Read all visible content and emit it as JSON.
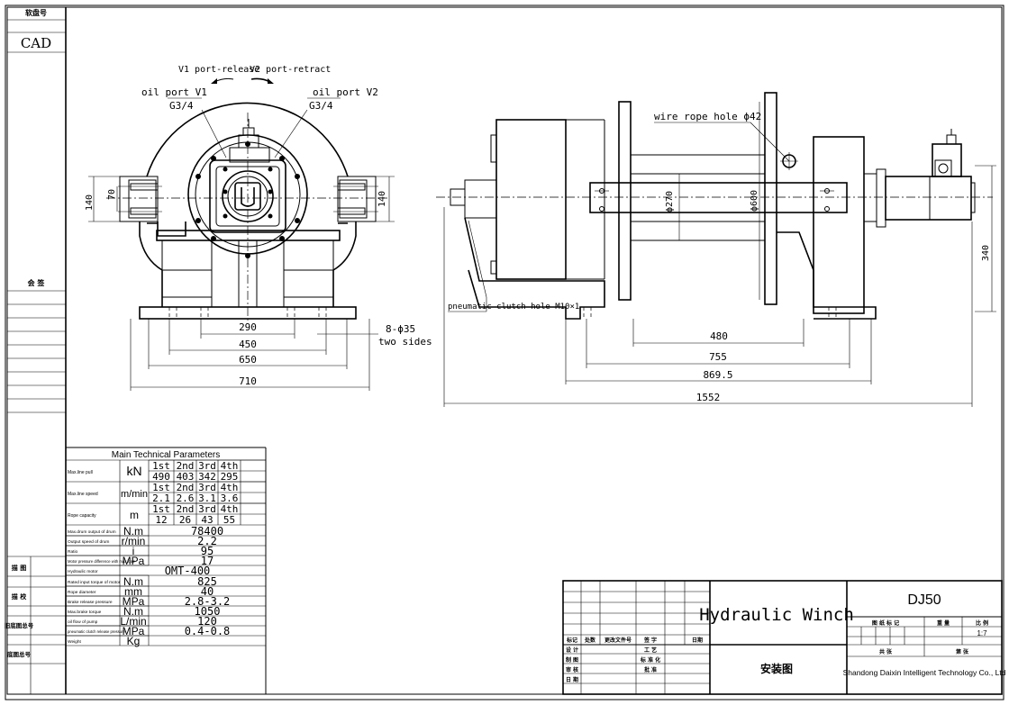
{
  "window": {
    "title": "DJ50 Hydraulic Winch installation drawing"
  },
  "left_strip": {
    "top_label": "软盘号",
    "cad_label": "CAD",
    "mid_label": "会 签",
    "rows": [
      "描 图",
      "描 校",
      "旧底图总号",
      "底图总号"
    ]
  },
  "front_view": {
    "v1_release": "V1 port-release",
    "v2_retract": "V2 port-retract",
    "oil_v1": "oil port V1",
    "oil_v1_thread": "G3/4",
    "oil_v2": "oil port V2",
    "oil_v2_thread": "G3/4",
    "dim_140_left": "140",
    "dim_70": "70",
    "dim_140_right": "140",
    "dim_290": "290",
    "dim_450": "450",
    "dim_650": "650",
    "dim_710": "710",
    "holes": "8-ϕ35",
    "holes_sides": "two sides"
  },
  "side_view": {
    "wire_hole": "wire rope hole ϕ42",
    "clutch_hole": "pneumatic clutch hole M10×1",
    "dia_270": "ϕ270",
    "dia_600": "ϕ600",
    "dim_340": "340",
    "dim_480": "480",
    "dim_755": "755",
    "dim_869": "869.5",
    "dim_1552": "1552"
  },
  "params": {
    "title": "Main Technical Parameters",
    "line_pull_label": "Max.line pull",
    "line_pull_unit": "kN",
    "layers": [
      "1st",
      "2nd",
      "3rd",
      "4th"
    ],
    "line_pull": [
      "490",
      "403",
      "342",
      "295"
    ],
    "speed_label": "Max.line speed",
    "speed_unit": "m/min",
    "speed": [
      "2.1",
      "2.6",
      "3.1",
      "3.6"
    ],
    "rope_label": "Rope capacity",
    "rope_unit": "m",
    "rope": [
      "12",
      "26",
      "43",
      "55"
    ],
    "rows": [
      {
        "label": "Max.drum output of drum",
        "unit": "N.m",
        "value": "78400"
      },
      {
        "label": "Output speed of drum",
        "unit": "r/min",
        "value": "2.2"
      },
      {
        "label": "Ratio",
        "unit": "i",
        "value": "95"
      },
      {
        "label": "Motor pressure difference with max.load",
        "unit": "MPa",
        "value": "17"
      },
      {
        "label": "Hydraulic motor",
        "unit": "",
        "value": "OMT-400"
      },
      {
        "label": "Rated input torque of motor",
        "unit": "N.m",
        "value": "825"
      },
      {
        "label": "Rope diameter",
        "unit": "mm",
        "value": "40"
      },
      {
        "label": "Brake release pressure",
        "unit": "MPa",
        "value": "2.8-3.2"
      },
      {
        "label": "Max.brake torque",
        "unit": "N.m",
        "value": "1050"
      },
      {
        "label": "oil flow of pump",
        "unit": "L/min",
        "value": "120"
      },
      {
        "label": "pneumatic clutch release pressure",
        "unit": "MPa",
        "value": "0.4-0.8"
      },
      {
        "label": "Weight",
        "unit": "Kg",
        "value": ""
      }
    ]
  },
  "title_block": {
    "product": "Hydraulic Winch",
    "model": "DJ50",
    "drawing": "安装图",
    "company": "Shandong Daixin Intelligent Technology Co., Ltd",
    "scale": "1:7",
    "rev_headers": [
      "标记",
      "处数",
      "更改文件号",
      "签 字",
      "日期"
    ],
    "roles_left": [
      "设 计",
      "制 图",
      "审 核",
      "日 期"
    ],
    "roles_right": [
      "工 艺",
      "标 准 化",
      "批 准"
    ],
    "meta_headers": [
      "图 纸 标 记",
      "重 量",
      "比 例"
    ],
    "sheet": [
      "共 张",
      "第 张"
    ]
  }
}
